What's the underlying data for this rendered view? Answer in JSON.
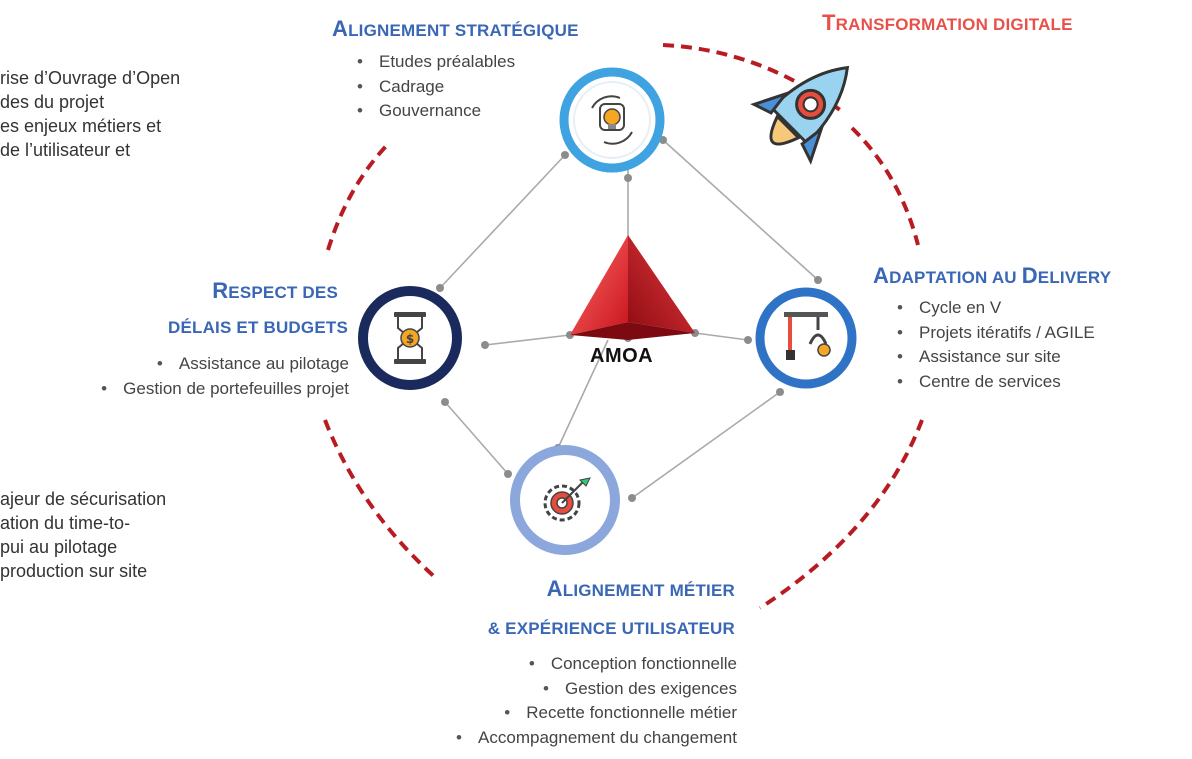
{
  "colors": {
    "accent_blue": "#3a67b5",
    "accent_red": "#e8504a",
    "dash_red": "#b81c22"
  },
  "left_text_top": [
    "rise d’Ouvrage d’Open",
    "des du projet",
    "es enjeux métiers et",
    "de l’utilisateur et"
  ],
  "left_text_bottom": [
    "ajeur de sécurisation",
    "ation du time-to-",
    "pui au pilotage",
    "production sur site"
  ],
  "nodes": {
    "strategic": {
      "title_cap": "A",
      "title_rest": "lignement stratégique",
      "icon": "lightbulb-gear-icon",
      "items": [
        "Etudes préalables",
        "Cadrage",
        "Gouvernance"
      ]
    },
    "digital": {
      "title_cap": "T",
      "title_rest": "ransformation digitale",
      "icon": "rocket-icon"
    },
    "delivery": {
      "title_cap1": "A",
      "title_rest1": "daptation au ",
      "title_cap2": "D",
      "title_rest2": "elivery",
      "icon": "robot-arm-icon",
      "items": [
        "Cycle en V",
        "Projets itératifs / AGILE",
        "Assistance sur site",
        "Centre de services"
      ]
    },
    "budget": {
      "line1_cap": "R",
      "line1_rest": "espect des",
      "line2": "délais et budgets",
      "icon": "hourglass-coin-icon",
      "items": [
        "Assistance au pilotage",
        "Gestion de portefeuilles projet"
      ]
    },
    "business": {
      "line1_cap": "A",
      "line1_rest": "lignement métier",
      "line2": "& expérience utilisateur",
      "icon": "gear-target-icon",
      "items": [
        "Conception fonctionnelle",
        "Gestion des exigences",
        "Recette fonctionnelle métier",
        "Accompagnement du changement"
      ]
    }
  },
  "center": {
    "label": "AMOA"
  }
}
